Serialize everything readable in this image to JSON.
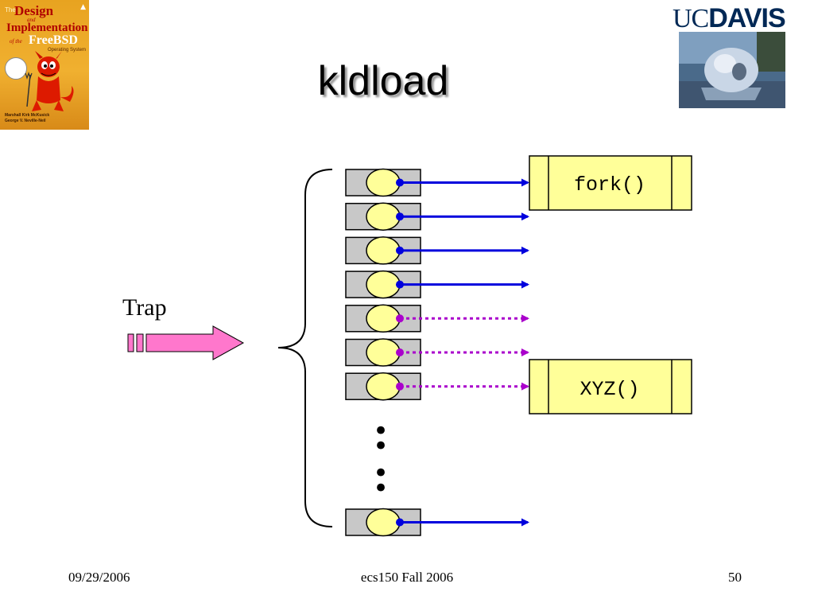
{
  "header": {
    "title": "kldload",
    "book_cover": {
      "title_the": "The",
      "title_design": "Design",
      "title_and": "and",
      "title_implementation": "Implementation",
      "title_of_the": "of the",
      "title_freebsd": "FreeBSD",
      "title_os": "Operating System",
      "authors_line1": "Marshall Kirk McKusick",
      "authors_line2": "George V. Neville-Neil"
    },
    "logo": {
      "text_uc": "UC",
      "text_davis": "DAVIS",
      "brand_color": "#002855"
    }
  },
  "diagram": {
    "trap_label": "Trap",
    "fork_label": "fork()",
    "xyz_label": "XYZ()",
    "ellipsis_dots": [
      "•",
      "•",
      "•",
      "•"
    ],
    "slots": [
      {
        "arrow": "solid",
        "color": "#0000dd"
      },
      {
        "arrow": "solid",
        "color": "#0000dd"
      },
      {
        "arrow": "solid",
        "color": "#0000dd"
      },
      {
        "arrow": "solid",
        "color": "#0000dd"
      },
      {
        "arrow": "dotted",
        "color": "#aa00cc"
      },
      {
        "arrow": "dotted",
        "color": "#aa00cc"
      },
      {
        "arrow": "dotted",
        "color": "#aa00cc"
      }
    ],
    "last_slot": {
      "arrow": "solid",
      "color": "#0000dd"
    },
    "colors": {
      "slot_fill": "#c8c8c8",
      "ellipse_fill": "#ffff99",
      "function_box_fill": "#ffff99",
      "trap_arrow_fill": "#ff77cc"
    }
  },
  "footer": {
    "date": "09/29/2006",
    "course": "ecs150 Fall 2006",
    "page": "50"
  }
}
